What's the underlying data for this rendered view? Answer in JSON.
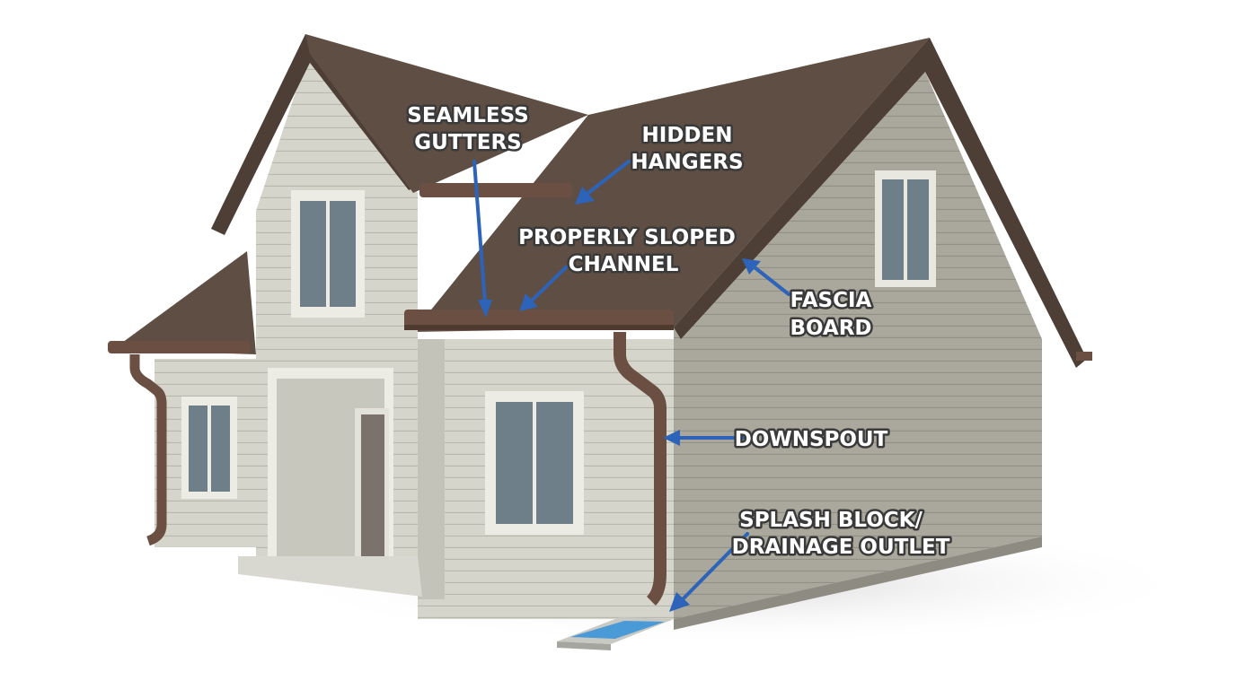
{
  "labels": {
    "seamless_gutters": [
      "SEAMLESS",
      "GUTTERS"
    ],
    "hidden_hangers": [
      "HIDDEN",
      "HANGERS"
    ],
    "properly_sloped_channel": [
      "PROPERLY SLOPED",
      "CHANNEL"
    ],
    "fascia_board": [
      "FASCIA",
      "BOARD"
    ],
    "downspout": [
      "DOWNSPOUT"
    ],
    "splash_block": [
      "SPLASH BLOCK/",
      "DRAINAGE OUTLET"
    ]
  },
  "colors": {
    "roof": "#5e4e43",
    "gutter": "#6b4f42",
    "siding_front": "#d3d2c8",
    "siding_side": "#a9a79b",
    "trim": "#ecebe4",
    "window_glass": "#6f7f8a",
    "arrow": "#2d63b8",
    "water": "#4a9ad8"
  }
}
